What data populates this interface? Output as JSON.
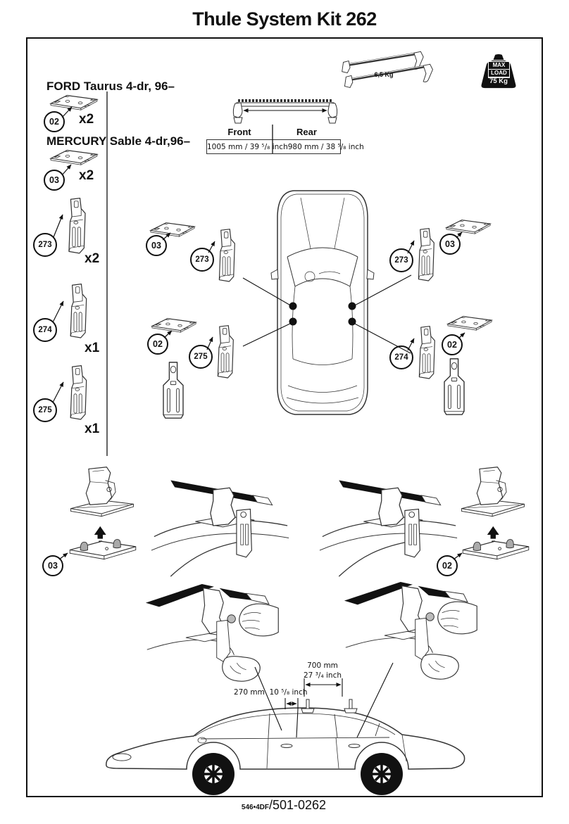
{
  "title": "Thule System Kit 262",
  "header": {
    "model_line1": "FORD Taurus 4-dr, 96–",
    "model_line2": "MERCURY Sable 4-dr,96–",
    "bars_weight": "6,5 Kg",
    "max_load": {
      "line1": "MAX",
      "line2": "LOAD",
      "value": "75 Kg"
    }
  },
  "parts": [
    {
      "id": "02",
      "qty": "x2"
    },
    {
      "id": "03",
      "qty": "x2"
    },
    {
      "id": "273",
      "qty": "x2"
    },
    {
      "id": "274",
      "qty": "x1"
    },
    {
      "id": "275",
      "qty": "x1"
    }
  ],
  "bar_table": {
    "front_label": "Front",
    "front_value": "1005 mm / 39 ⁵/₈ inch",
    "rear_label": "Rear",
    "rear_value": "980 mm / 38 ⁵/₈ inch"
  },
  "placements": {
    "front_left": {
      "plate": "03",
      "bracket": "273"
    },
    "front_right": {
      "plate": "03",
      "bracket": "273"
    },
    "rear_left": {
      "plate": "02",
      "bracket": "275"
    },
    "rear_right": {
      "plate": "02",
      "bracket": "274"
    }
  },
  "assembly": {
    "left_plate": "03",
    "right_plate": "02"
  },
  "dimensions": {
    "bar_spacing_mm": "700 mm",
    "bar_spacing_inch": "27 ³/₄ inch",
    "windshield_offset": "270 mm  10 ⁵/₈ inch"
  },
  "footer": {
    "code_small": "546•4DF",
    "code_large": "/501-0262"
  }
}
